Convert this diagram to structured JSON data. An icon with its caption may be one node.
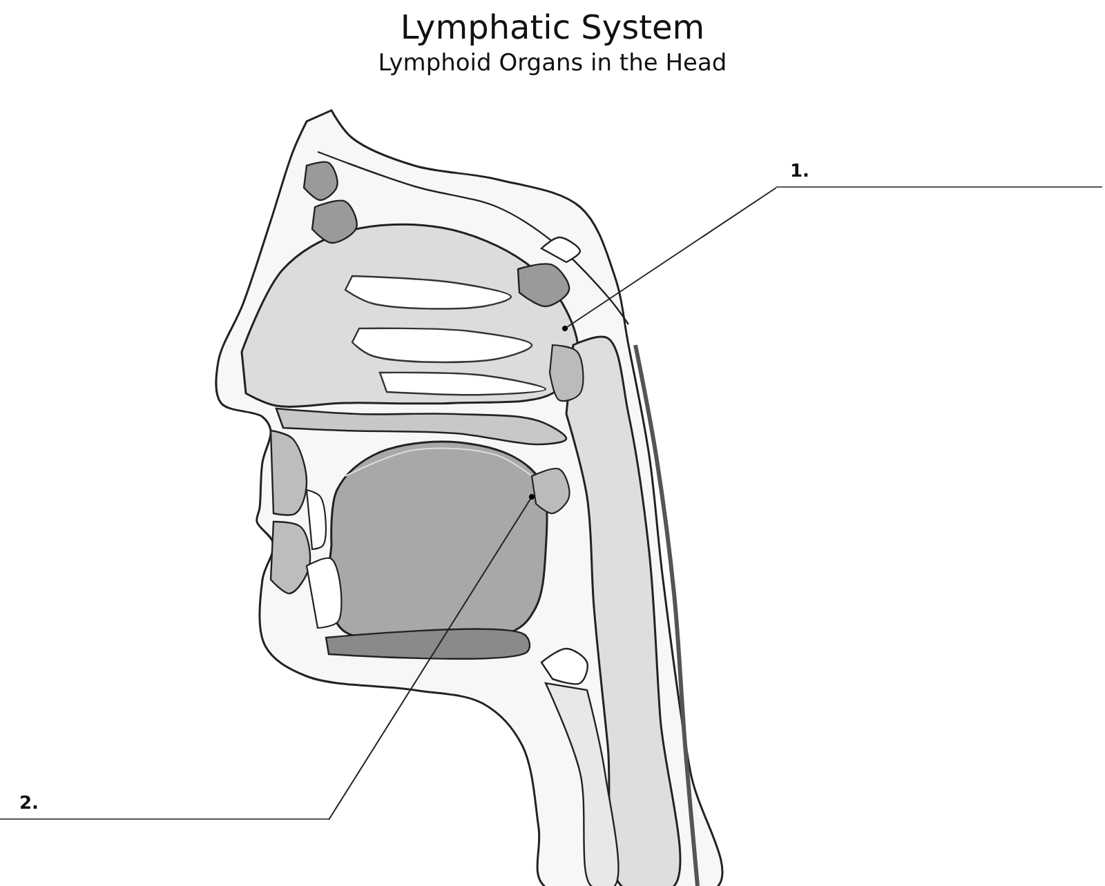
{
  "diagram": {
    "title": "Lymphatic System",
    "caption": "Lymphoid Organs in the Head",
    "nodes": [
      {
        "text": [
          "1."
        ]
      },
      {
        "text": [
          "2."
        ]
      }
    ],
    "edges": [
      {
        "from": 0,
        "to": null,
        "arrow": "other"
      },
      {
        "from": 1,
        "to": null,
        "arrow": "other"
      }
    ]
  }
}
